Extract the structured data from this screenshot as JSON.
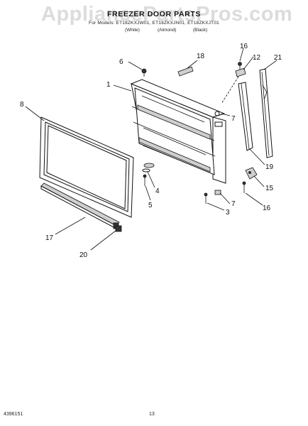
{
  "header": {
    "watermark": "AppliancePartsPros.com",
    "title": "FREEZER DOOR PARTS",
    "models": "For Models: ET18ZKXJW01, ET18ZKXJN01, ET18ZKXJT01",
    "colors": [
      "(White)",
      "(Almond)",
      "(Black)"
    ]
  },
  "callouts": [
    "1",
    "3",
    "4",
    "5",
    "6",
    "7",
    "7",
    "8",
    "12",
    "15",
    "16",
    "16",
    "17",
    "18",
    "19",
    "20",
    "21"
  ],
  "footer": {
    "part_number": "4396151",
    "page_number": "13"
  }
}
